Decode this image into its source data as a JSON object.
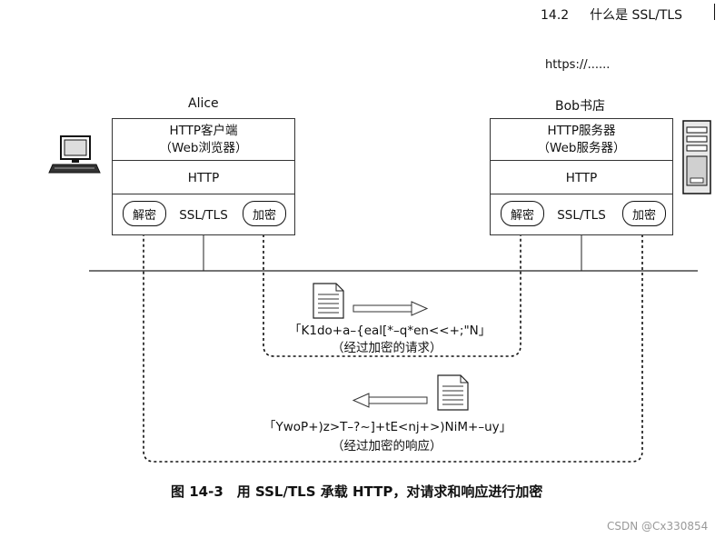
{
  "header": {
    "section": "14.2",
    "title": "什么是 SSL/TLS"
  },
  "url": "https://......",
  "alice": {
    "name": "Alice",
    "app_line1": "HTTP客户端",
    "app_line2": "（Web浏览器）",
    "http": "HTTP",
    "ssl": "SSL/TLS",
    "decrypt": "解密",
    "encrypt": "加密"
  },
  "bob": {
    "name": "Bob书店",
    "app_line1": "HTTP服务器",
    "app_line2": "（Web服务器）",
    "http": "HTTP",
    "ssl": "SSL/TLS",
    "decrypt": "解密",
    "encrypt": "加密"
  },
  "request": {
    "cipher": "「K1do+a–{eal[*–q*en<<+;\"N」",
    "label": "（经过加密的请求）"
  },
  "response": {
    "cipher": "「YwoP+)z>T–?~]+tE<nj+>)NiM+–uy」",
    "label": "（经过加密的响应）"
  },
  "caption": "图 14-3　用 SSL/TLS 承载 HTTP，对请求和响应进行加密",
  "watermark": "CSDN @Cx330854",
  "icons": {
    "client": "computer-icon",
    "server": "server-tower-icon",
    "document": "document-icon"
  }
}
